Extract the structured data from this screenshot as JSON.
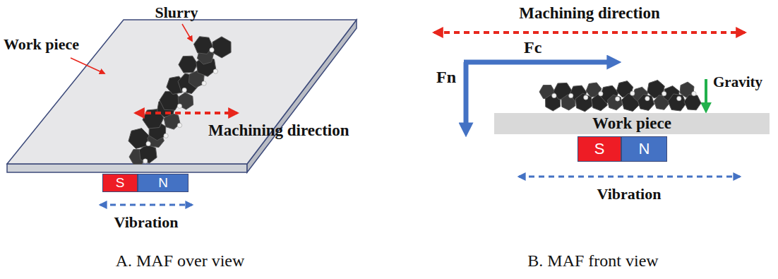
{
  "diagram": {
    "nodes": [
      {
        "text": [
          "S"
        ]
      },
      {
        "text": [
          "N"
        ]
      },
      {
        "text": [
          "Work piece"
        ]
      },
      {
        "text": [
          "S"
        ]
      },
      {
        "text": [
          "N"
        ]
      }
    ],
    "labels": [
      "Slurry",
      "Work piece",
      "Machining direction",
      "Vibration",
      "A. MAF over view",
      "Machining direction",
      "Fn",
      "Fc",
      "Gravity",
      "Vibration",
      "B. MAF front view"
    ]
  }
}
